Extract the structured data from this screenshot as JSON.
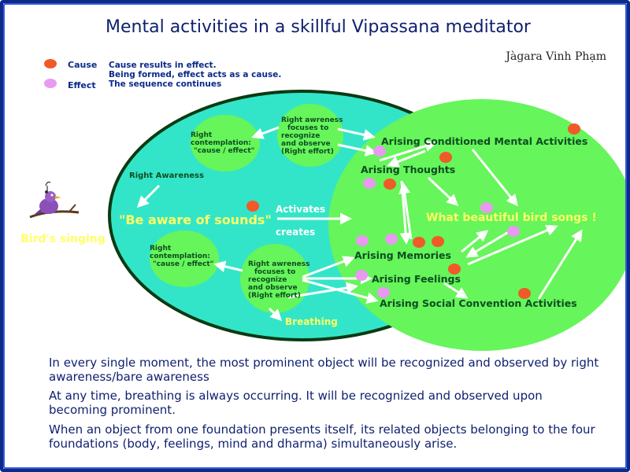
{
  "title": "Mental activities in a skillful Vipassana meditator",
  "author": "Jàgara Vinh Phạm",
  "legend": {
    "cause_label": "Cause",
    "effect_label": "Effect",
    "description_lines": [
      "Cause results in effect.",
      "Being formed, effect acts as a cause.",
      "The sequence continues"
    ]
  },
  "colors": {
    "cause": "#f05a28",
    "effect": "#e89af0",
    "outer_ellipse": "#33e5c8",
    "inner_ellipse": "#66f55a",
    "arrow": "#ffffff",
    "accent_yellow": "#ffff66"
  },
  "diagram": {
    "birds_singing": "Bird's singing",
    "right_awareness": "Right Awareness",
    "be_aware": "\"Be aware of sounds\"",
    "activates": "Activates",
    "creates": "creates",
    "top_observe": [
      "Right awreness",
      "focuses to",
      "recognize",
      "and observe",
      "(Right effort)"
    ],
    "top_contemplation": [
      "Right",
      "contemplation:",
      "\"cause / effect\""
    ],
    "bottom_observe": [
      "Right awreness",
      "focuses to",
      "recognize",
      "and observe",
      "(Right effort)"
    ],
    "bottom_contemplation": [
      "Right",
      "contemplation:",
      "\"cause / effect\""
    ],
    "breathing": "Breathing",
    "arising_conditioned": "Arising Conditioned Mental Activities",
    "arising_thoughts": "Arising Thoughts",
    "arising_memories": "Arising Memories",
    "arising_feelings": "Arising Feelings",
    "arising_social": "Arising Social Convention Activities",
    "bird_songs": "What beautiful bird songs !"
  },
  "paragraphs": [
    "In every single moment, the most prominent object will be recognized and observed by right awareness/bare awareness",
    "At any time, breathing is always occurring. It will be recognized and observed upon becoming prominent.",
    "When an object from one foundation presents itself, its related objects belonging to the four foundations (body, feelings, mind and dharma) simultaneously arise."
  ]
}
